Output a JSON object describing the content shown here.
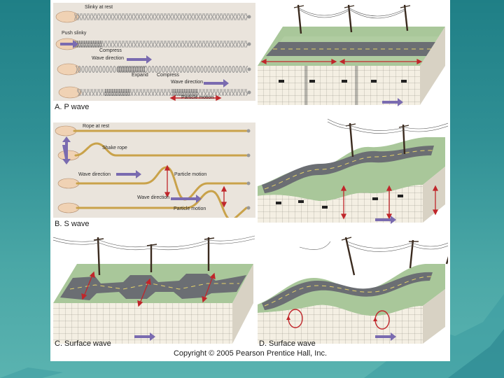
{
  "captions": {
    "p_wave": "A. P wave",
    "s_wave": "B. S wave",
    "surface_c": "C. Surface wave",
    "surface_d": "D. Surface wave"
  },
  "p_wave_labels": {
    "slinky_rest": "Slinky at rest",
    "push_slinky": "Push slinky",
    "compress": "Compress",
    "wave_direction_1": "Wave direction",
    "expand": "Expand",
    "compress_2": "Compress",
    "wave_direction_2": "Wave direction",
    "particle_motion": "Particle motion"
  },
  "s_wave_labels": {
    "rope_rest": "Rope at rest",
    "shake_rope": "Shake rope",
    "wave_direction_1": "Wave direction",
    "particle_motion_1": "Particle motion",
    "wave_direction_2": "Wave direction",
    "particle_motion_2": "Particle motion"
  },
  "copyright": "Copyright © 2005 Pearson Prentice Hall, Inc.",
  "colors": {
    "slide_bg": "#2f8f94",
    "ground_top": "#a9c79a",
    "road": "#6b6e73",
    "grid": "#f3eee2",
    "arrow_red": "#c0262b",
    "arrow_purple": "#7a6bb0"
  }
}
